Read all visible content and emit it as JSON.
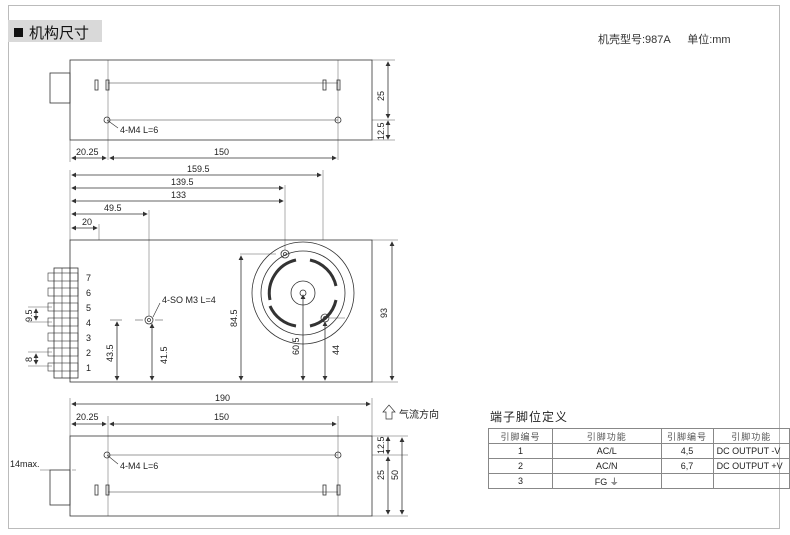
{
  "header": {
    "title": "机构尺寸",
    "case_label": "机壳型号:987A",
    "unit_label": "单位:mm"
  },
  "top_view": {
    "dims": {
      "d_25": "25",
      "d_12_5": "12.5",
      "d_20_25": "20.25",
      "d_150": "150"
    },
    "screw_label": "4-M4 L=6"
  },
  "front_view": {
    "dims": {
      "d_159_5": "159.5",
      "d_139_5": "139.5",
      "d_133": "133",
      "d_49_5": "49.5",
      "d_20": "20",
      "d_93": "93",
      "d_84_5": "84.5",
      "d_60_5": "60.5",
      "d_44": "44",
      "d_43_5": "43.5",
      "d_41_5": "41.5",
      "d_9_5": "9.5",
      "d_8": "8"
    },
    "screw_label": "4-SO M3 L=4",
    "terminal_numbers": [
      "7",
      "6",
      "5",
      "4",
      "3",
      "2",
      "1"
    ]
  },
  "bottom_view": {
    "dims": {
      "d_190": "190",
      "d_20_25": "20.25",
      "d_150": "150",
      "d_12_5": "12.5",
      "d_25": "25",
      "d_50": "50",
      "d_14max": "14max."
    },
    "screw_label": "4-M4 L=6",
    "airflow_label": "气流方向"
  },
  "pin_table": {
    "title": "端子脚位定义",
    "headers": [
      "引脚编号",
      "引脚功能",
      "引脚编号",
      "引脚功能"
    ],
    "rows": [
      [
        "1",
        "AC/L",
        "4,5",
        "DC OUTPUT -V"
      ],
      [
        "2",
        "AC/N",
        "6,7",
        "DC OUTPUT +V"
      ],
      [
        "3",
        "FG ⏚",
        "",
        ""
      ]
    ]
  },
  "colors": {
    "line": "#333333",
    "header_bar": "#d9d9d9"
  }
}
